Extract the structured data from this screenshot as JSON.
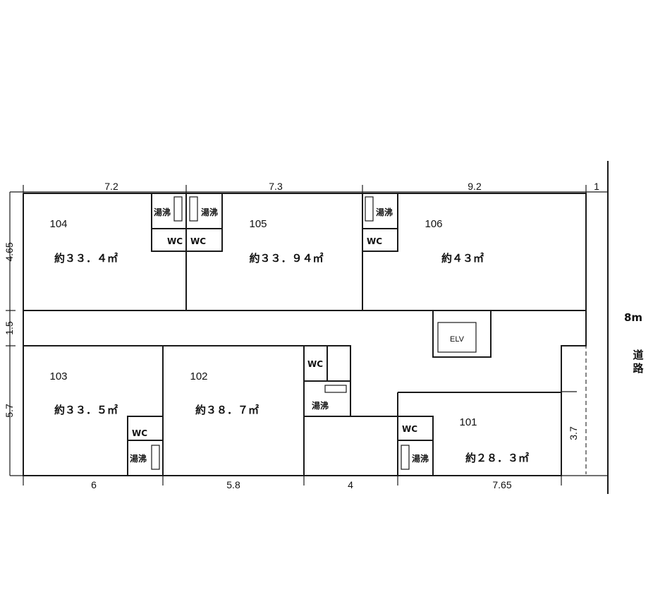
{
  "dimensions_top": [
    "7.2",
    "7.3",
    "9.2",
    "1"
  ],
  "dimensions_bottom": [
    "6",
    "5.8",
    "4",
    "7.65"
  ],
  "dimensions_left": [
    "4.65",
    "1.5",
    "5.7"
  ],
  "dimension_right": "3.7",
  "rooms": [
    {
      "number": "104",
      "area": "約３３．４㎡"
    },
    {
      "number": "105",
      "area": "約３３．９４㎡"
    },
    {
      "number": "106",
      "area": "約４３㎡"
    },
    {
      "number": "103",
      "area": "約３３．５㎡"
    },
    {
      "number": "102",
      "area": "約３８．７㎡"
    },
    {
      "number": "101",
      "area": "約２８．３㎡"
    }
  ],
  "fixtures": {
    "wc": "WC",
    "water_heater": "湯沸",
    "elevator": "ELV"
  },
  "road": {
    "width": "8m",
    "label_1": "道",
    "label_2": "路"
  }
}
